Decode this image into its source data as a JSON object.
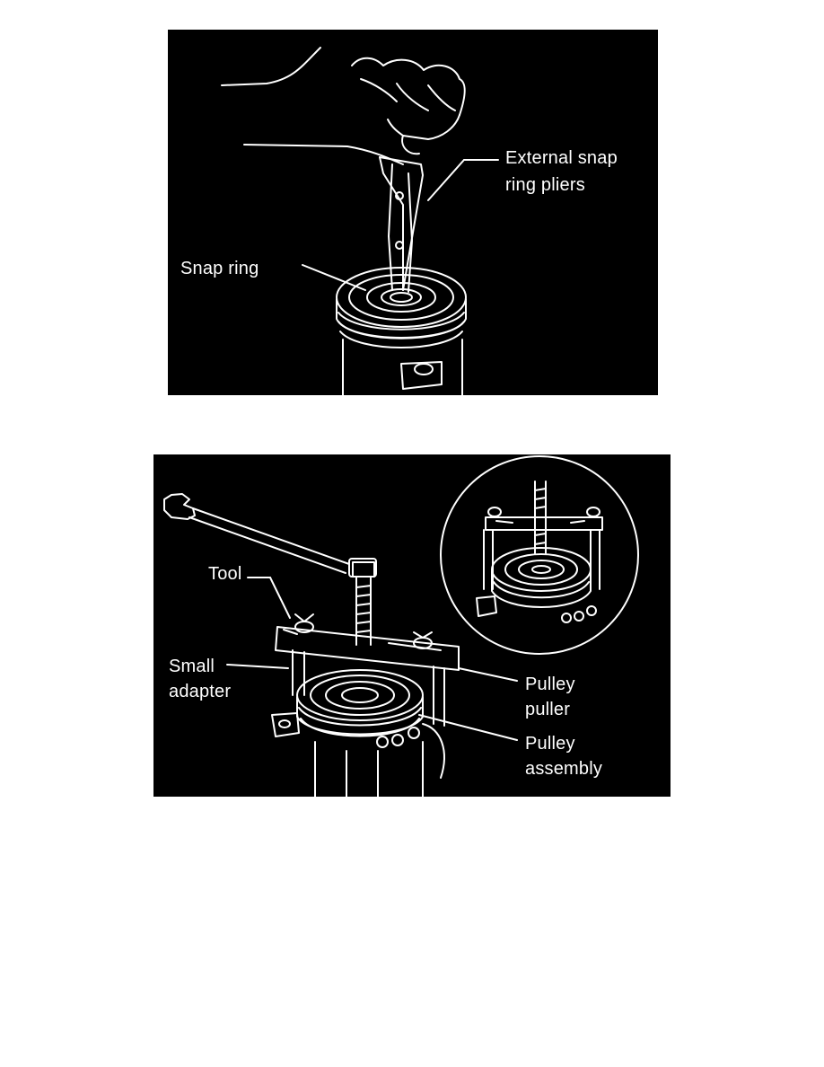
{
  "figures": [
    {
      "labels": {
        "pliers_line1": "External snap",
        "pliers_line2": "ring pliers",
        "snap_ring": "Snap ring"
      }
    },
    {
      "labels": {
        "tool": "Tool",
        "small_line1": "Small",
        "small_line2": "adapter",
        "puller_line1": "Pulley",
        "puller_line2": "puller",
        "assembly_line1": "Pulley",
        "assembly_line2": "assembly"
      }
    }
  ],
  "colors": {
    "background": "#ffffff",
    "figure_fill": "#000000",
    "linework": "#ffffff"
  }
}
